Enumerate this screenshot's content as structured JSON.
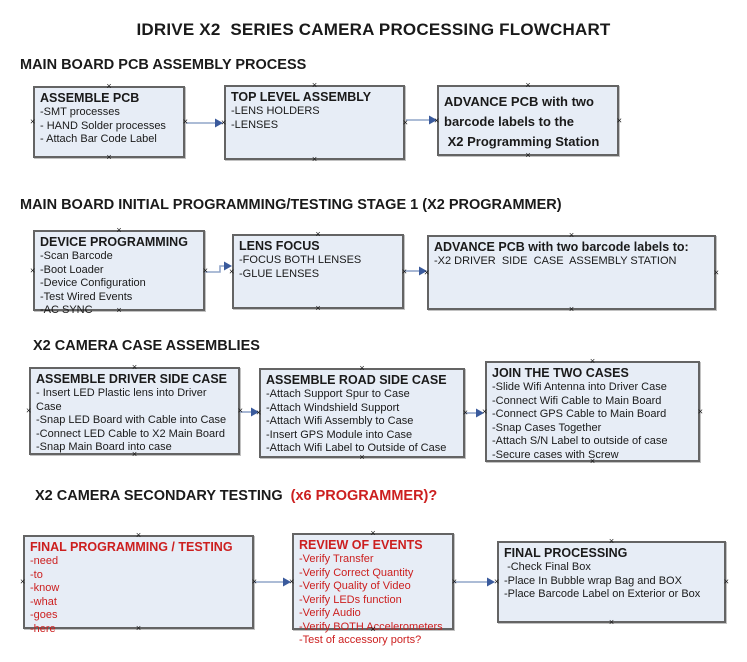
{
  "title": "IDRIVE X2  SERIES CAMERA PROCESSING FLOWCHART",
  "colors": {
    "red": "#cc1f1f",
    "box_fill": "#e7edf6",
    "box_border": "#646464",
    "arrow_line": "#91a5c9",
    "arrow_head": "#3a5a9c"
  },
  "sections": [
    {
      "heading": "MAIN BOARD PCB ASSEMBLY PROCESS",
      "boxes": [
        {
          "title": "ASSEMBLE PCB",
          "items": [
            "-SMT processes",
            "- HAND Solder processes",
            "- Attach Bar Code Label"
          ]
        },
        {
          "title": "TOP LEVEL ASSEMBLY",
          "items": [
            "-LENS HOLDERS",
            "-LENSES"
          ]
        },
        {
          "title": "ADVANCE PCB with two\nbarcode labels to the\n X2 Programming Station",
          "items": []
        }
      ]
    },
    {
      "heading": "MAIN BOARD INITIAL PROGRAMMING/TESTING STAGE 1 (X2 PROGRAMMER)",
      "boxes": [
        {
          "title": "DEVICE PROGRAMMING",
          "items": [
            "-Scan Barcode",
            "-Boot Loader",
            "-Device Configuration",
            "-Test Wired Events",
            "-AC SYNC"
          ]
        },
        {
          "title": "LENS FOCUS",
          "items": [
            "-FOCUS BOTH LENSES",
            "-GLUE LENSES"
          ]
        },
        {
          "title": "ADVANCE PCB with two barcode labels to:",
          "items": [
            "-X2 DRIVER  SIDE  CASE  ASSEMBLY STATION"
          ]
        }
      ]
    },
    {
      "heading": "X2 CAMERA CASE ASSEMBLIES",
      "boxes": [
        {
          "title": "ASSEMBLE DRIVER SIDE CASE",
          "items": [
            "- Insert LED Plastic lens into Driver Case",
            "-Snap LED Board with Cable into Case",
            "-Connect LED Cable to X2 Main Board",
            "-Snap Main Board into case"
          ]
        },
        {
          "title": "ASSEMBLE ROAD SIDE CASE",
          "items": [
            "-Attach Support Spur to Case",
            "-Attach Windshield Support",
            "-Attach Wifi Assembly to Case",
            "-Insert GPS Module into Case",
            "-Attach Wifi Label to Outside of Case"
          ]
        },
        {
          "title": "JOIN THE TWO CASES",
          "items": [
            "-Slide Wifi Antenna into Driver Case",
            "-Connect Wifi Cable to Main Board",
            "-Connect GPS Cable to Main Board",
            "-Snap Cases Together",
            "-Attach S/N Label to outside of case",
            "-Secure cases with Screw"
          ]
        }
      ]
    },
    {
      "heading": "X2 CAMERA SECONDARY TESTING",
      "heading_red": "(x6 PROGRAMMER)?",
      "boxes": [
        {
          "title": "FINAL PROGRAMMING / TESTING",
          "items": [
            "-need",
            "-to",
            "-know",
            "-what",
            "-goes",
            "-here"
          ]
        },
        {
          "title": "REVIEW OF EVENTS",
          "items": [
            "-Verify Transfer",
            "-Verify Correct Quantity",
            "-Verify Quality of Video",
            "-Verify LEDs function",
            "-Verify Audio",
            "-Verify BOTH Accelerometers",
            "-Test of accessory ports?"
          ]
        },
        {
          "title": "FINAL PROCESSING",
          "items": [
            " -Check Final Box",
            "-Place In Bubble wrap Bag and BOX",
            "-Place Barcode Label on Exterior or Box"
          ]
        }
      ]
    }
  ]
}
